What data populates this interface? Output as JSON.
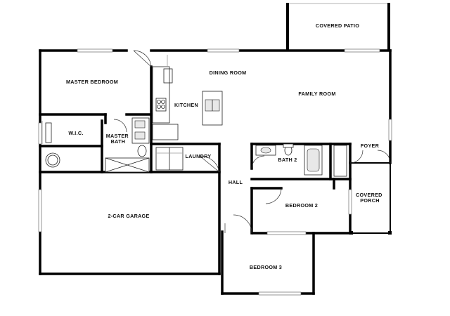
{
  "rooms": {
    "covered_patio": "COVERED PATIO",
    "master_bedroom": "MASTER BEDROOM",
    "dining_room": "DINING ROOM",
    "family_room": "FAMILY ROOM",
    "kitchen": "KITCHEN",
    "wic": "W.I.C.",
    "master_bath_line1": "MASTER",
    "master_bath_line2": "BATH",
    "foyer": "FOYER",
    "laundry": "LAUNDRY",
    "bath2": "BATH 2",
    "hall": "HALL",
    "covered_porch_line1": "COVERED",
    "covered_porch_line2": "PORCH",
    "bedroom2": "BEDROOM 2",
    "garage": "2-CAR GARAGE",
    "bedroom3": "BEDROOM 3"
  }
}
